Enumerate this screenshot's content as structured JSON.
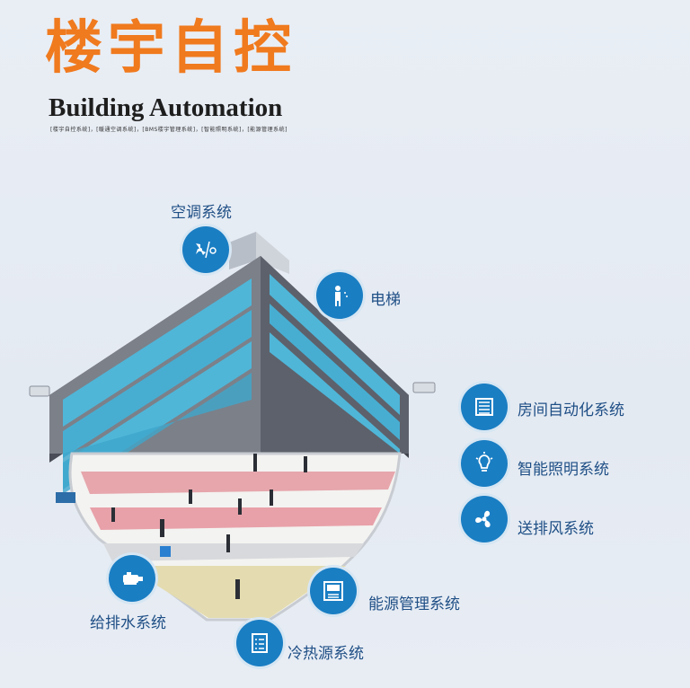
{
  "header": {
    "title_cn": "楼宇自控",
    "title_en": "Building Automation",
    "subline": "[楼宇自控系统]，[暖通空调系统]，[BMS楼宇管理系统]，[智能照明系统]，[能源管理系统]"
  },
  "labels": {
    "hvac": "空调系统",
    "elevator": "电梯",
    "room_automation": "房间自动化系统",
    "smart_lighting": "智能照明系统",
    "ventilation": "送排风系统",
    "energy_management": "能源管理系统",
    "water_supply": "给排水系统",
    "cooling_heating": "冷热源系统"
  },
  "colors": {
    "accent_orange": "#f07a1e",
    "icon_blue": "#1a7ec3",
    "label_blue": "#1f4f86",
    "glass": "#4fb6d8",
    "building_dark": "#4a4d57"
  }
}
